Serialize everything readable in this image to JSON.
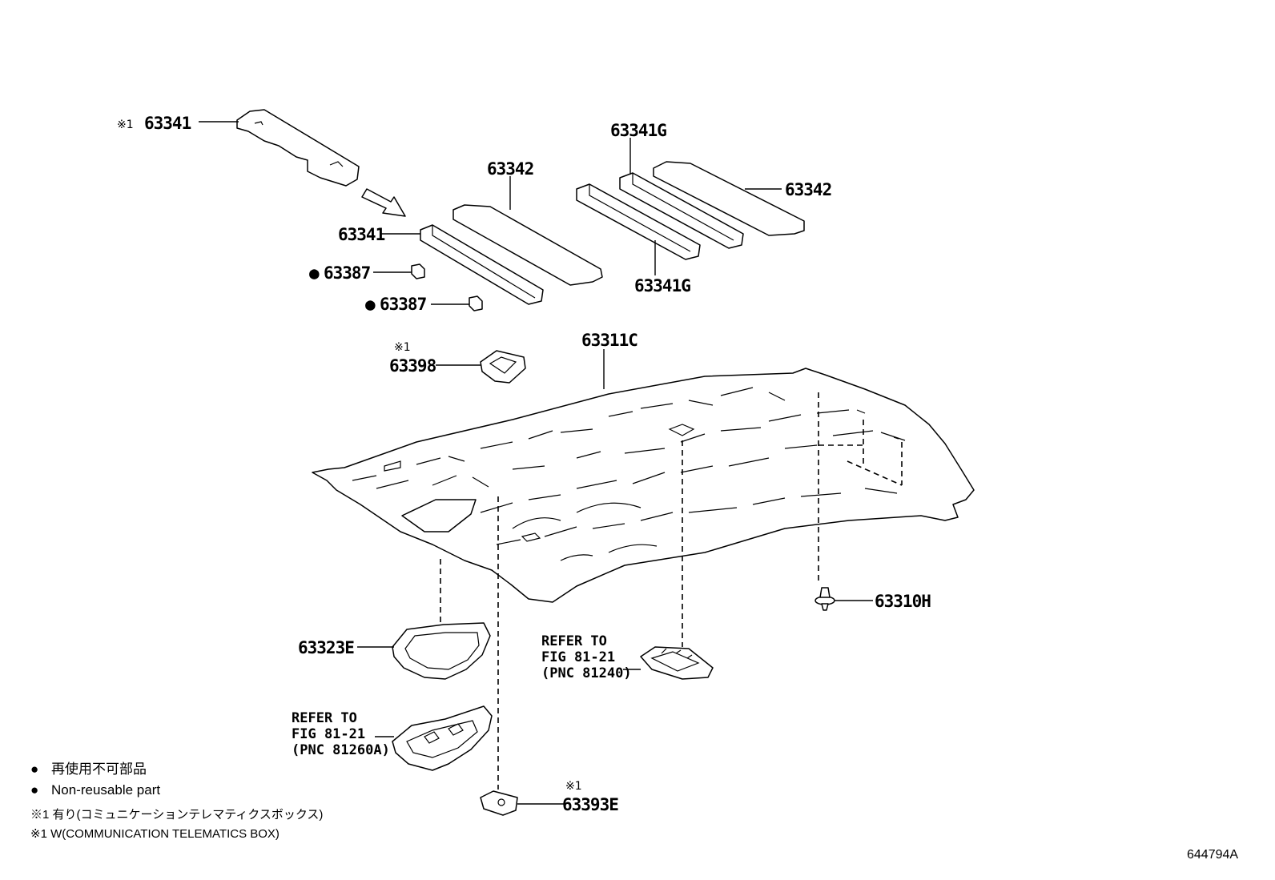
{
  "parts": {
    "p63341_top": {
      "mark": "※1",
      "number": "63341"
    },
    "p63341": {
      "number": "63341"
    },
    "p63342_left": {
      "number": "63342"
    },
    "p63342_right": {
      "number": "63342"
    },
    "p63341G_top": {
      "number": "63341G"
    },
    "p63341G_bottom": {
      "number": "63341G"
    },
    "p63387_a": {
      "mark": "●",
      "number": "63387"
    },
    "p63387_b": {
      "mark": "●",
      "number": "63387"
    },
    "p63398": {
      "mark": "※1",
      "number": "63398"
    },
    "p63311C": {
      "number": "63311C"
    },
    "p63310H": {
      "number": "63310H"
    },
    "p63323E": {
      "number": "63323E"
    },
    "p63393E": {
      "mark": "※1",
      "number": "63393E"
    }
  },
  "references": {
    "ref_81240": {
      "line1": "REFER TO",
      "line2": "FIG 81-21",
      "line3": "(PNC 81240)"
    },
    "ref_81260A": {
      "line1": "REFER TO",
      "line2": "FIG 81-21",
      "line3": "(PNC 81260A)"
    }
  },
  "legend": {
    "bullet": "●",
    "jp_nonreusable": "再使用不可部品",
    "en_nonreusable": "Non-reusable part",
    "note_jp": "※1 有り(コミュニケーションテレマティクスボックス)",
    "note_en": "※1 W(COMMUNICATION TELEMATICS BOX)"
  },
  "figure_code": "644794A"
}
